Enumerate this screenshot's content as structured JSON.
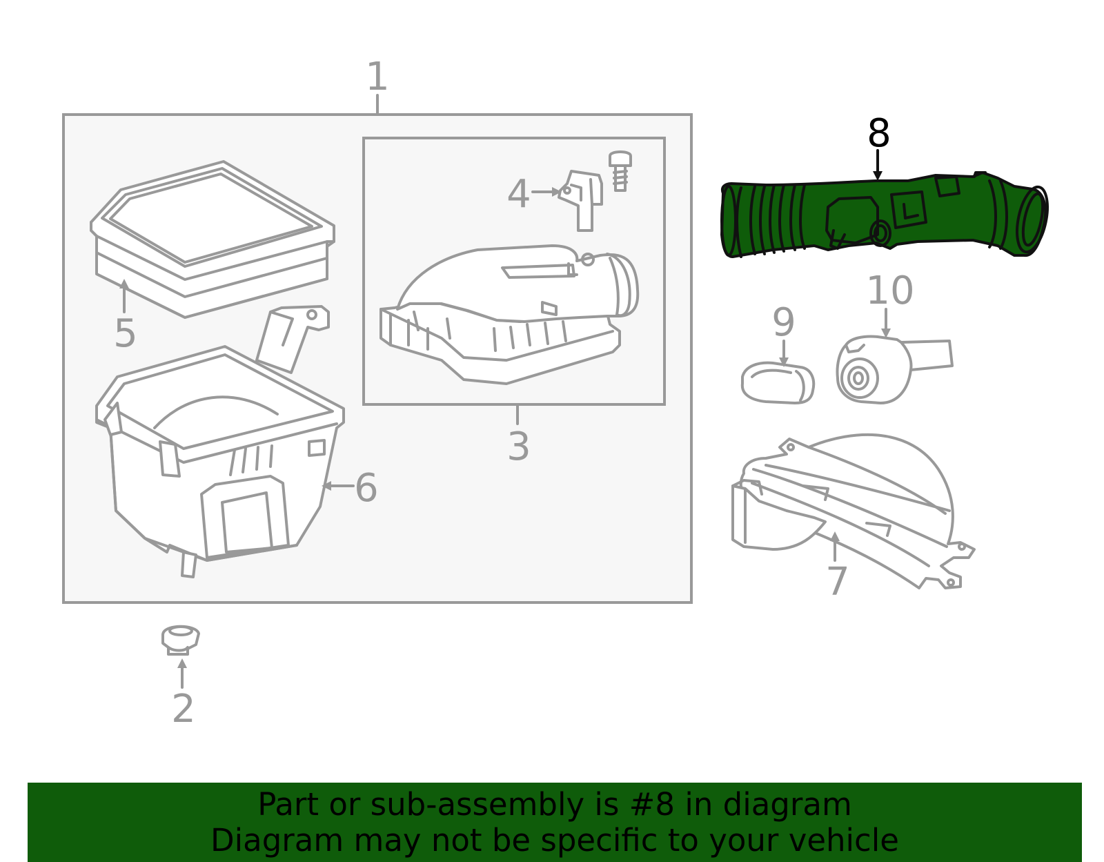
{
  "callouts": {
    "c1": "1",
    "c2": "2",
    "c3": "3",
    "c4": "4",
    "c5": "5",
    "c6": "6",
    "c7": "7",
    "c8": "8",
    "c9": "9",
    "c10": "10"
  },
  "highlighted_part": "8",
  "colors": {
    "highlight": "#0f5c0a",
    "line": "#999999",
    "box_fill": "#f7f7f7",
    "banner": "#0f5c0a"
  },
  "banner": {
    "line1": "Part or sub-assembly is #8 in diagram",
    "line2": "Diagram may not be specific to your vehicle"
  }
}
